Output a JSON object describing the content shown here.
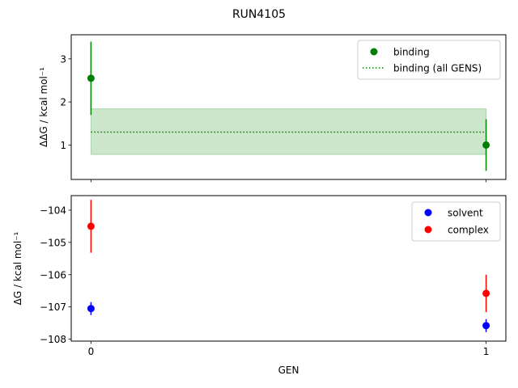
{
  "figure": {
    "title": "RUN4105",
    "xlabel": "GEN"
  },
  "colors": {
    "binding": "#008000",
    "band_fill": "#008000",
    "solvent": "#0000ff",
    "complex": "#ff0000"
  },
  "chart_data": [
    {
      "type": "scatter",
      "panel": "top",
      "ylabel": "ΔΔG / kcal mol⁻¹",
      "xlim": [
        -0.05,
        1.05
      ],
      "ylim": [
        0.2,
        3.56
      ],
      "yticks": [
        1,
        2,
        3
      ],
      "grid": false,
      "legend_position": "top-right",
      "series": [
        {
          "name": "binding",
          "color": "#008000",
          "x": [
            0,
            1
          ],
          "y": [
            2.55,
            1.0
          ],
          "yerr": [
            0.85,
            0.6
          ]
        }
      ],
      "reference": {
        "name": "binding (all GENS)",
        "value": 1.3,
        "band": [
          0.78,
          1.84
        ],
        "color": "#008000"
      }
    },
    {
      "type": "scatter",
      "panel": "bottom",
      "ylabel": "ΔG / kcal mol⁻¹",
      "xlabel": "GEN",
      "xlim": [
        -0.05,
        1.05
      ],
      "ylim": [
        -108.06,
        -103.55
      ],
      "xticks": [
        0,
        1
      ],
      "yticks": [
        -108,
        -107,
        -106,
        -105,
        -104
      ],
      "grid": false,
      "legend_position": "top-right",
      "series": [
        {
          "name": "solvent",
          "color": "#0000ff",
          "x": [
            0,
            1
          ],
          "y": [
            -107.05,
            -107.58
          ],
          "yerr": [
            0.2,
            0.2
          ]
        },
        {
          "name": "complex",
          "color": "#ff0000",
          "x": [
            0,
            1
          ],
          "y": [
            -104.5,
            -106.58
          ],
          "yerr": [
            0.82,
            0.58
          ]
        }
      ]
    }
  ]
}
